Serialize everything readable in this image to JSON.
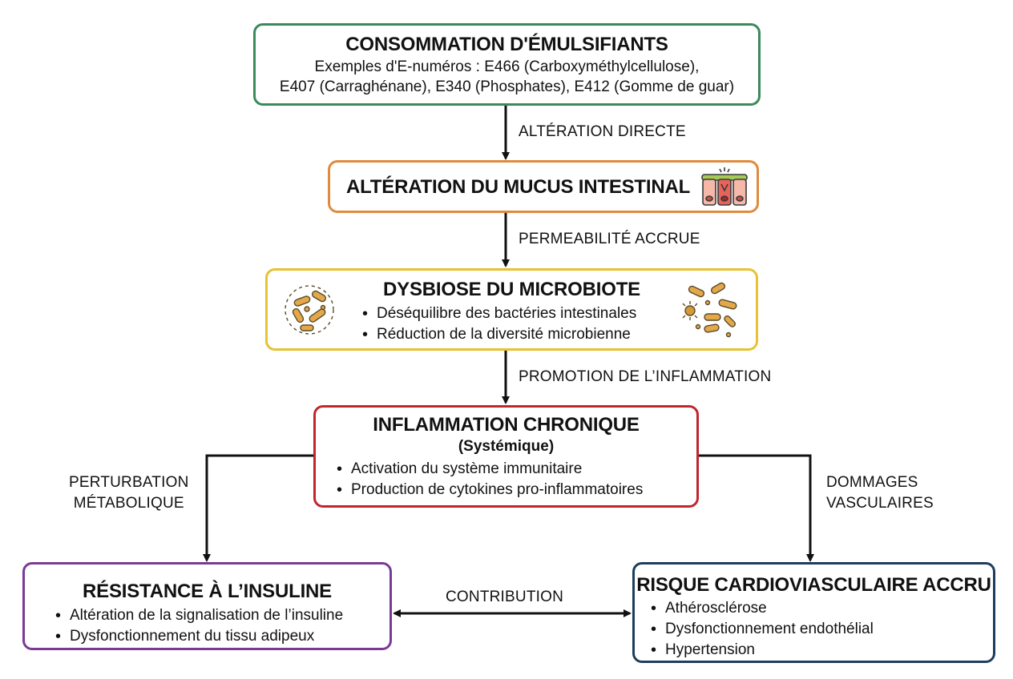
{
  "colors": {
    "box1": "#3a8a5c",
    "box2": "#e08a3c",
    "box3": "#e8c233",
    "box4": "#c0262e",
    "box5": "#7a3a98",
    "box6": "#1d3d5c",
    "arrow": "#111111"
  },
  "emulsifiers": {
    "title": "CONSOMMATION D'ÉMULSIFIANTS",
    "line1": "Exemples d'E-numéros : E466 (Carboxyméthylcellulose),",
    "line2": "E407 (Carraghénane), E340 (Phosphates), E412 (Gomme de guar)"
  },
  "mucus": {
    "title": "ALTÉRATION DU MUCUS INTESTINAL",
    "icon": "intestinal-cells-icon"
  },
  "dysbiosis": {
    "title": "DYSBIOSE DU MICROBIOTE",
    "bullets": [
      "Déséquilibre des bactéries intestinales",
      "Réduction de la diversité microbienne"
    ],
    "icon_left": "bacteria-icon",
    "icon_right": "bacteria-icon"
  },
  "inflammation": {
    "title": "INFLAMMATION CHRONIQUE",
    "subtitle": "(Systémique)",
    "bullets": [
      "Activation du système immunitaire",
      "Production de cytokines pro-inflammatoires"
    ]
  },
  "insulin": {
    "title": "RÉSISTANCE À L’INSULINE",
    "bullets": [
      "Altération de la signalisation de l’insuline",
      "Dysfonctionnement du tissu adipeux"
    ]
  },
  "cardio": {
    "title": "RISQUE CARDIOVIASCULAIRE ACCRU",
    "bullets": [
      "Athérosclérose",
      "Dysfonctionnement endothélial",
      "Hypertension"
    ]
  },
  "edges": {
    "direct": "ALTÉRATION DIRECTE",
    "permeability": "PERMEABILITÉ ACCRUE",
    "promotion": "PROMOTION DE L’INFLAMMATION",
    "metabolic_1": "PERTURBATION",
    "metabolic_2": "MÉTABOLIQUE",
    "vascular_1": "DOMMAGES",
    "vascular_2": "VASCULAIRES",
    "contribution": "CONTRIBUTION"
  }
}
